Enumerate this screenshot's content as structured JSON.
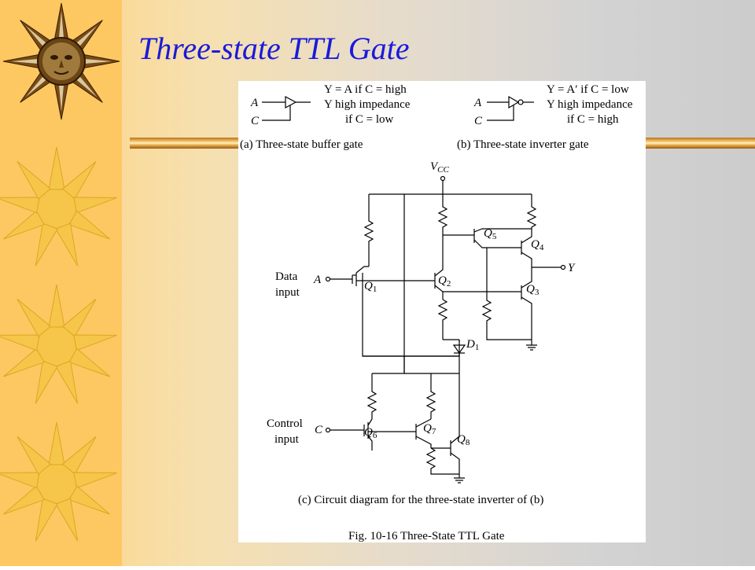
{
  "slide": {
    "title": "Three-state TTL Gate",
    "colors": {
      "title": "#1a1adb",
      "left_band": "#fdc862",
      "sun_dark": "#5c3a10",
      "sun_light": "#f5c64a"
    },
    "icons": [
      "sun-face-icon",
      "sun-icon",
      "sun-icon",
      "sun-icon"
    ]
  },
  "figure": {
    "buffer": {
      "in_a": "A",
      "in_c": "C",
      "cond1": "Y = A if C = high",
      "cond2": "Y high impedance",
      "cond3": "if C = low",
      "caption": "(a) Three-state buffer gate"
    },
    "inverter": {
      "in_a": "A",
      "in_c": "C",
      "cond1": "Y = A′ if C = low",
      "cond2": "Y high impedance",
      "cond3": "if C = high",
      "caption": "(b) Three-state inverter gate"
    },
    "circuit": {
      "vcc": "V",
      "vcc_sub": "CC",
      "data_label_1": "Data",
      "data_label_2": "input",
      "data_pin": "A",
      "control_label_1": "Control",
      "control_label_2": "input",
      "control_pin": "C",
      "output_pin": "Y",
      "transistors": [
        {
          "name": "Q",
          "sub": "1"
        },
        {
          "name": "Q",
          "sub": "2"
        },
        {
          "name": "Q",
          "sub": "3"
        },
        {
          "name": "Q",
          "sub": "4"
        },
        {
          "name": "Q",
          "sub": "5"
        },
        {
          "name": "Q",
          "sub": "6"
        },
        {
          "name": "Q",
          "sub": "7"
        },
        {
          "name": "Q",
          "sub": "8"
        }
      ],
      "diode": {
        "name": "D",
        "sub": "1"
      },
      "caption": "(c) Circuit diagram for the three-state inverter of (b)"
    },
    "fig_caption": "Fig. 10-16  Three-State TTL Gate"
  }
}
